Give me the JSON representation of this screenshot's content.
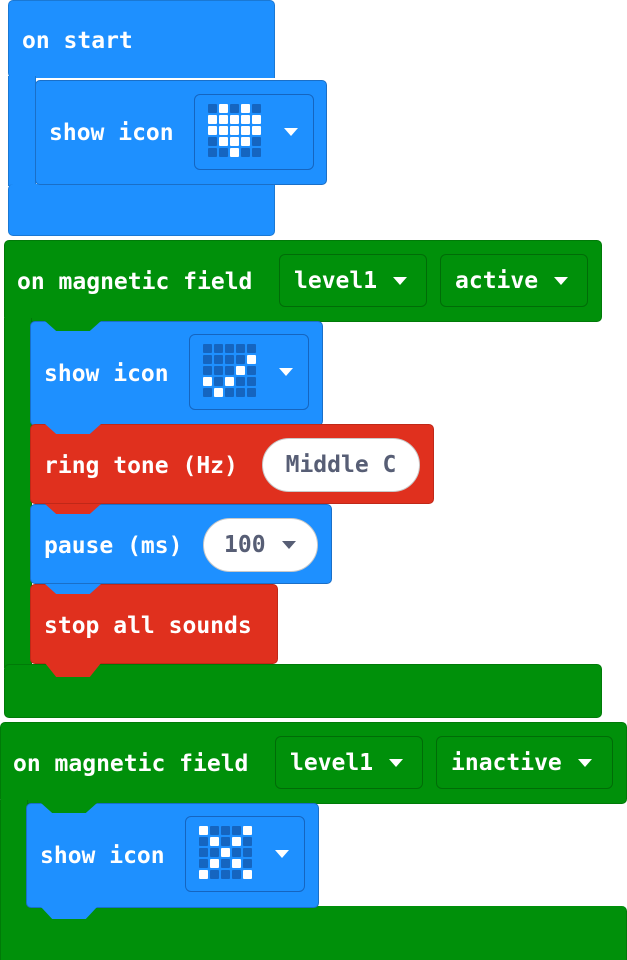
{
  "blocks": {
    "on_start": {
      "label": "on start",
      "show_icon": {
        "label": "show icon",
        "icon": "heart"
      }
    },
    "magnet_active": {
      "label": "on magnetic field",
      "level": "level1",
      "state": "active",
      "show_icon": {
        "label": "show icon",
        "icon": "check"
      },
      "ring_tone": {
        "label": "ring tone (Hz)",
        "value": "Middle C"
      },
      "pause": {
        "label": "pause (ms)",
        "value": "100"
      },
      "stop_sounds": {
        "label": "stop all sounds"
      }
    },
    "magnet_inactive": {
      "label": "on magnetic field",
      "level": "level1",
      "state": "inactive",
      "show_icon": {
        "label": "show icon",
        "icon": "cross"
      }
    }
  },
  "icons": {
    "heart": [
      [
        0,
        1,
        0,
        1,
        0
      ],
      [
        1,
        1,
        1,
        1,
        1
      ],
      [
        1,
        1,
        1,
        1,
        1
      ],
      [
        0,
        1,
        1,
        1,
        0
      ],
      [
        0,
        0,
        1,
        0,
        0
      ]
    ],
    "check": [
      [
        0,
        0,
        0,
        0,
        0
      ],
      [
        0,
        0,
        0,
        0,
        1
      ],
      [
        0,
        0,
        0,
        1,
        0
      ],
      [
        1,
        0,
        1,
        0,
        0
      ],
      [
        0,
        1,
        0,
        0,
        0
      ]
    ],
    "cross": [
      [
        1,
        0,
        0,
        0,
        1
      ],
      [
        0,
        1,
        0,
        1,
        0
      ],
      [
        0,
        0,
        1,
        0,
        0
      ],
      [
        0,
        1,
        0,
        1,
        0
      ],
      [
        1,
        0,
        0,
        0,
        1
      ]
    ]
  },
  "colors": {
    "basic": "#1e90ff",
    "events": "#00900a",
    "music": "#e0301e",
    "led_on": "#ffffff",
    "led_off": "#1565c0"
  }
}
